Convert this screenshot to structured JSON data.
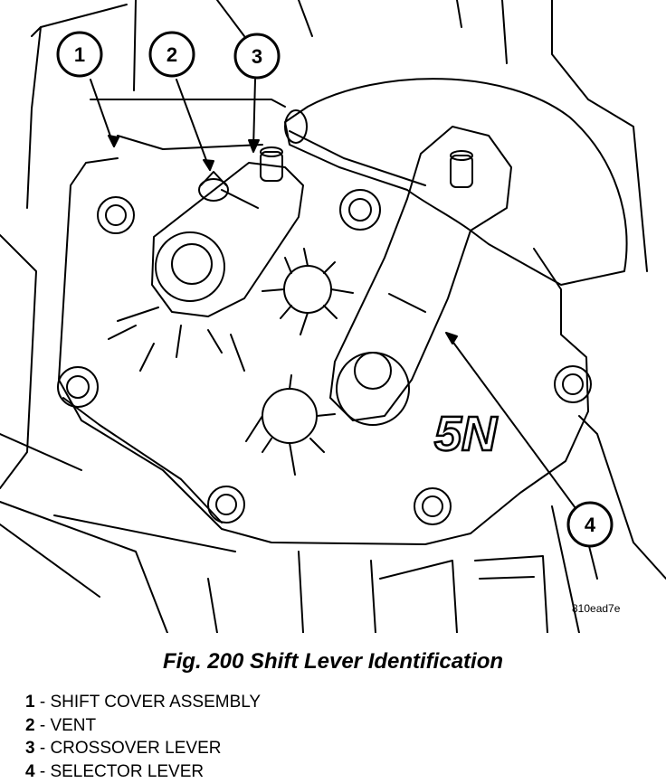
{
  "figure": {
    "image_code": "810ead7e",
    "caption": "Fig. 200 Shift Lever Identification",
    "cast_marking": "5N",
    "callouts": [
      "1",
      "2",
      "3",
      "4"
    ]
  },
  "legend": [
    {
      "number": "1",
      "label": "- SHIFT COVER ASSEMBLY"
    },
    {
      "number": "2",
      "label": "- VENT"
    },
    {
      "number": "3",
      "label": "- CROSSOVER LEVER"
    },
    {
      "number": "4",
      "label": "- SELECTOR LEVER"
    }
  ]
}
